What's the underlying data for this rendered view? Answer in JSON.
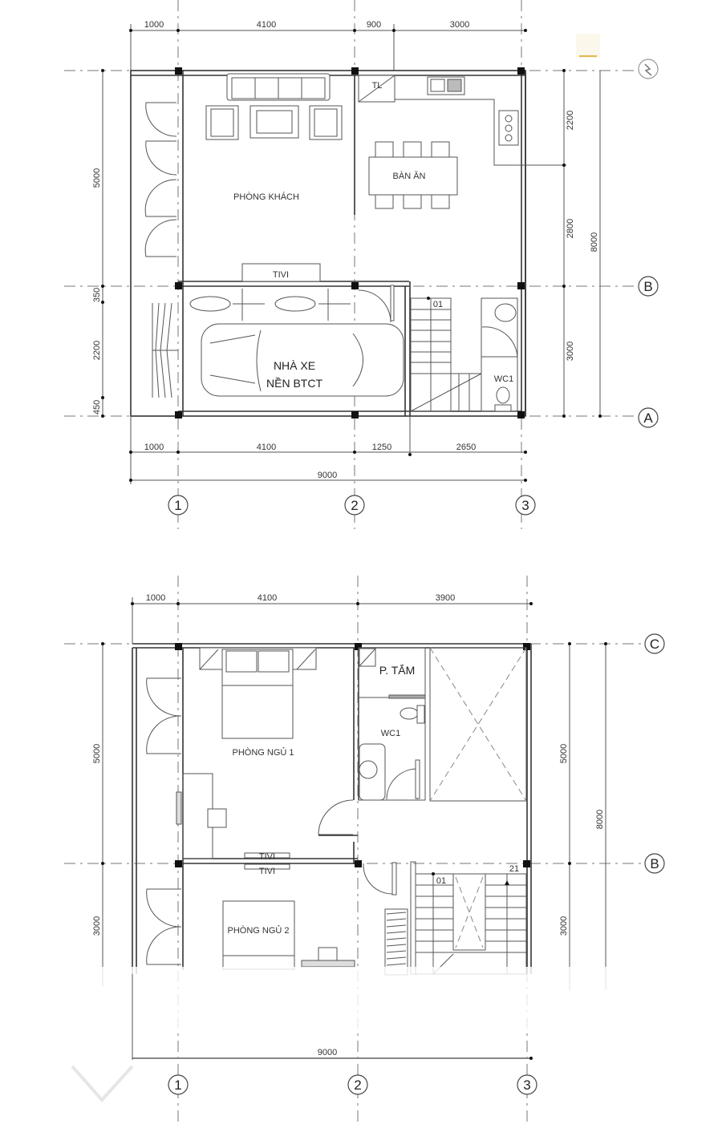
{
  "ground_floor": {
    "top_dims": [
      "1000",
      "4100",
      "900",
      "3000"
    ],
    "bottom_dims": [
      "1000",
      "4100",
      "1250",
      "2650"
    ],
    "total_width": "9000",
    "left_dims": [
      "5000",
      "350",
      "2200",
      "450"
    ],
    "right_dims": [
      "2200",
      "2800",
      "3000"
    ],
    "right_total": "8000",
    "axes_x": [
      "1",
      "2",
      "3"
    ],
    "axes_y": [
      "B",
      "A"
    ],
    "rooms": {
      "living": "PHÒNG KHÁCH",
      "dining": "BÀN ĂN",
      "fridge": "TL",
      "tv": "TIVI",
      "garage_line1": "NHÀ XE",
      "garage_line2": "NỀN BTCT",
      "stair_start": "01",
      "wc": "WC1"
    }
  },
  "upper_floor": {
    "top_dims": [
      "1000",
      "4100",
      "3900"
    ],
    "total_width": "9000",
    "left_dims": [
      "5000",
      "3000"
    ],
    "right_dims": [
      "5000",
      "3000"
    ],
    "right_total": "8000",
    "axes_x": [
      "1",
      "2",
      "3"
    ],
    "axes_y": [
      "C",
      "B"
    ],
    "rooms": {
      "bathroom": "P. TẮM",
      "wc": "WC1",
      "bedroom1": "PHÒNG NGỦ 1",
      "bedroom2": "PHÒNG NGỦ 2",
      "tv1": "TIVI",
      "tv2": "TIVI",
      "stair_start": "01",
      "stair_end": "21"
    }
  }
}
